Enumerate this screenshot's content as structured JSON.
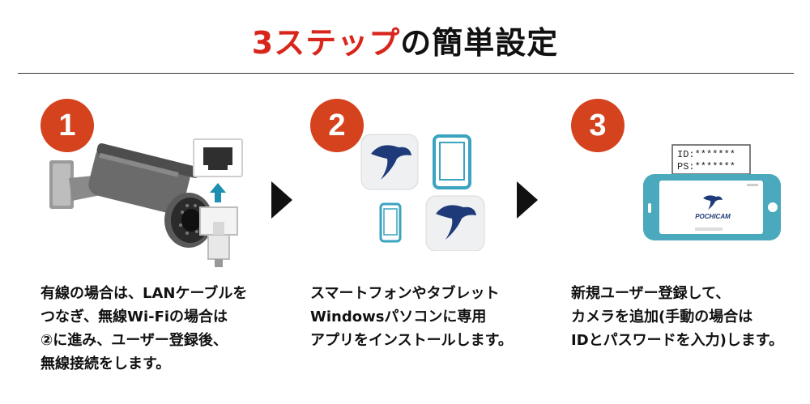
{
  "header": {
    "title_highlight": "3ステップ",
    "title_rest": "の簡単設定"
  },
  "steps": [
    {
      "number": "1",
      "lines": [
        "有線の場合は、LANケーブルを",
        "つなぎ、無線Wi-Fiの場合は",
        "②に進み、ユーザー登録後、",
        "無線接続をします。"
      ]
    },
    {
      "number": "2",
      "lines": [
        "スマートフォンやタブレット",
        "Windowsパソコンに専用",
        "アプリをインストールします。"
      ]
    },
    {
      "number": "3",
      "lines": [
        "新規ユーザー登録して、",
        "カメラを追加(手動の場合は",
        "IDとパスワードを入力)します。"
      ]
    }
  ],
  "credentials_card": {
    "id_line": "ID:*******",
    "ps_line": "PS:*******"
  },
  "phone_app_logo": "POCHICAM",
  "colors": {
    "accent_red": "#d9261c",
    "badge_red": "#d4421e",
    "device_blue": "#4aa9bd"
  }
}
